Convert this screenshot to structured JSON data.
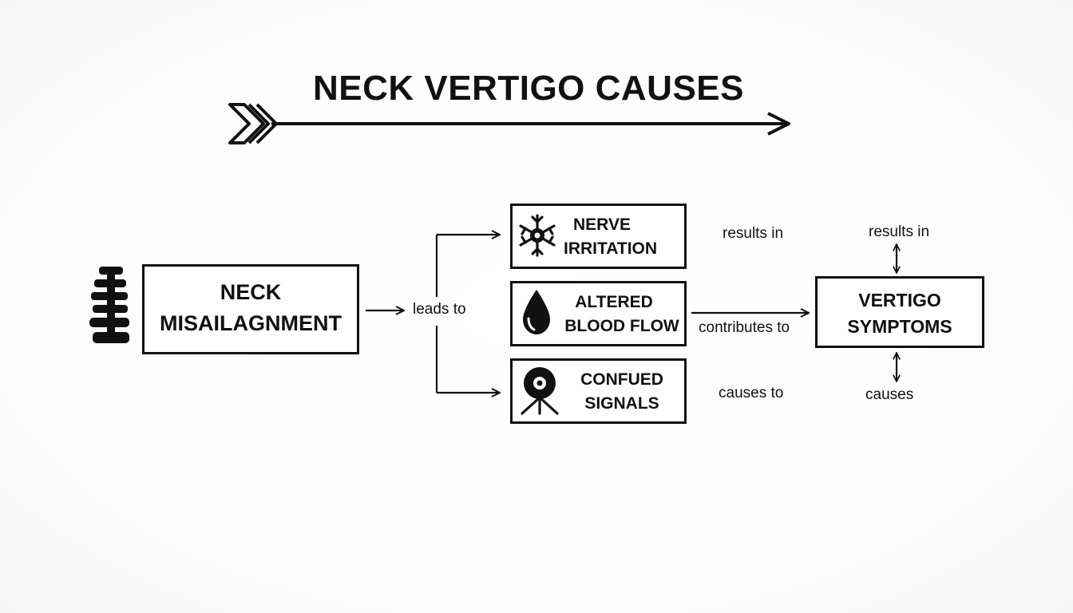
{
  "title": "NECK VERTIGO CAUSES",
  "nodes": {
    "misalignment": {
      "line1": "NECK",
      "line2": "MISAILAGNMENT",
      "icon": "spine-icon"
    },
    "nerve": {
      "line1": "NERVE",
      "line2": "IRRITATION",
      "icon": "nerve-cell-icon"
    },
    "blood": {
      "line1": "ALTERED",
      "line2": "BLOOD FLOW",
      "icon": "blood-drop-icon"
    },
    "signals": {
      "line1": "CONFUED",
      "line2": "SIGNALS",
      "icon": "signal-eye-icon"
    },
    "vertigo": {
      "line1": "VERTIGO",
      "line2": "SYMPTOMS"
    }
  },
  "edges": {
    "leads_to": "leads to",
    "results_in_left": "results in",
    "contributes_to": "contributes to",
    "causes_to": "causes to",
    "results_in_right": "results in",
    "causes": "causes"
  },
  "colors": {
    "ink": "#111111",
    "background": "#ffffff"
  }
}
